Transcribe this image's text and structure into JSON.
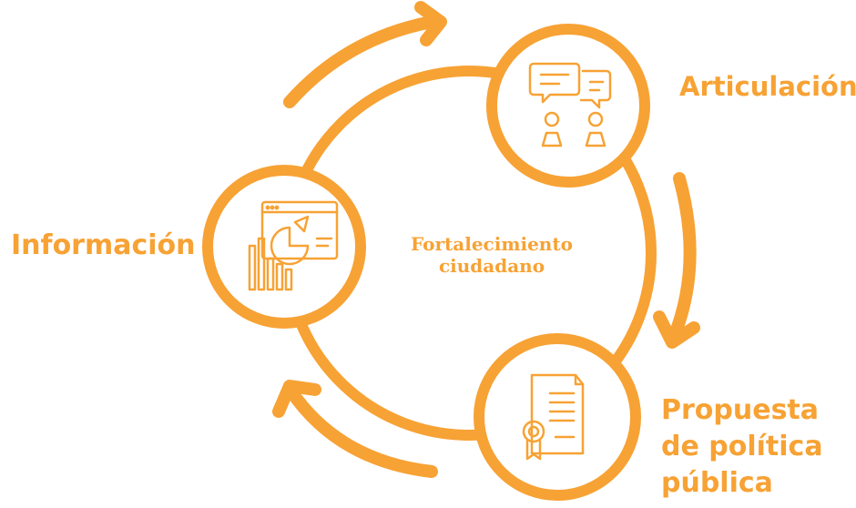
{
  "colors": {
    "accent": "#f7a234",
    "background": "#ffffff"
  },
  "center": {
    "line1": "Fortalecimiento",
    "line2": "ciudadano"
  },
  "nodes": {
    "informacion": {
      "label": "Información",
      "icon": "dashboard-chart-icon"
    },
    "articulacion": {
      "label": "Articulación",
      "icon": "conversation-people-icon"
    },
    "propuesta": {
      "line1": "Propuesta",
      "line2": "de política",
      "line3": "pública",
      "icon": "document-seal-icon"
    }
  }
}
